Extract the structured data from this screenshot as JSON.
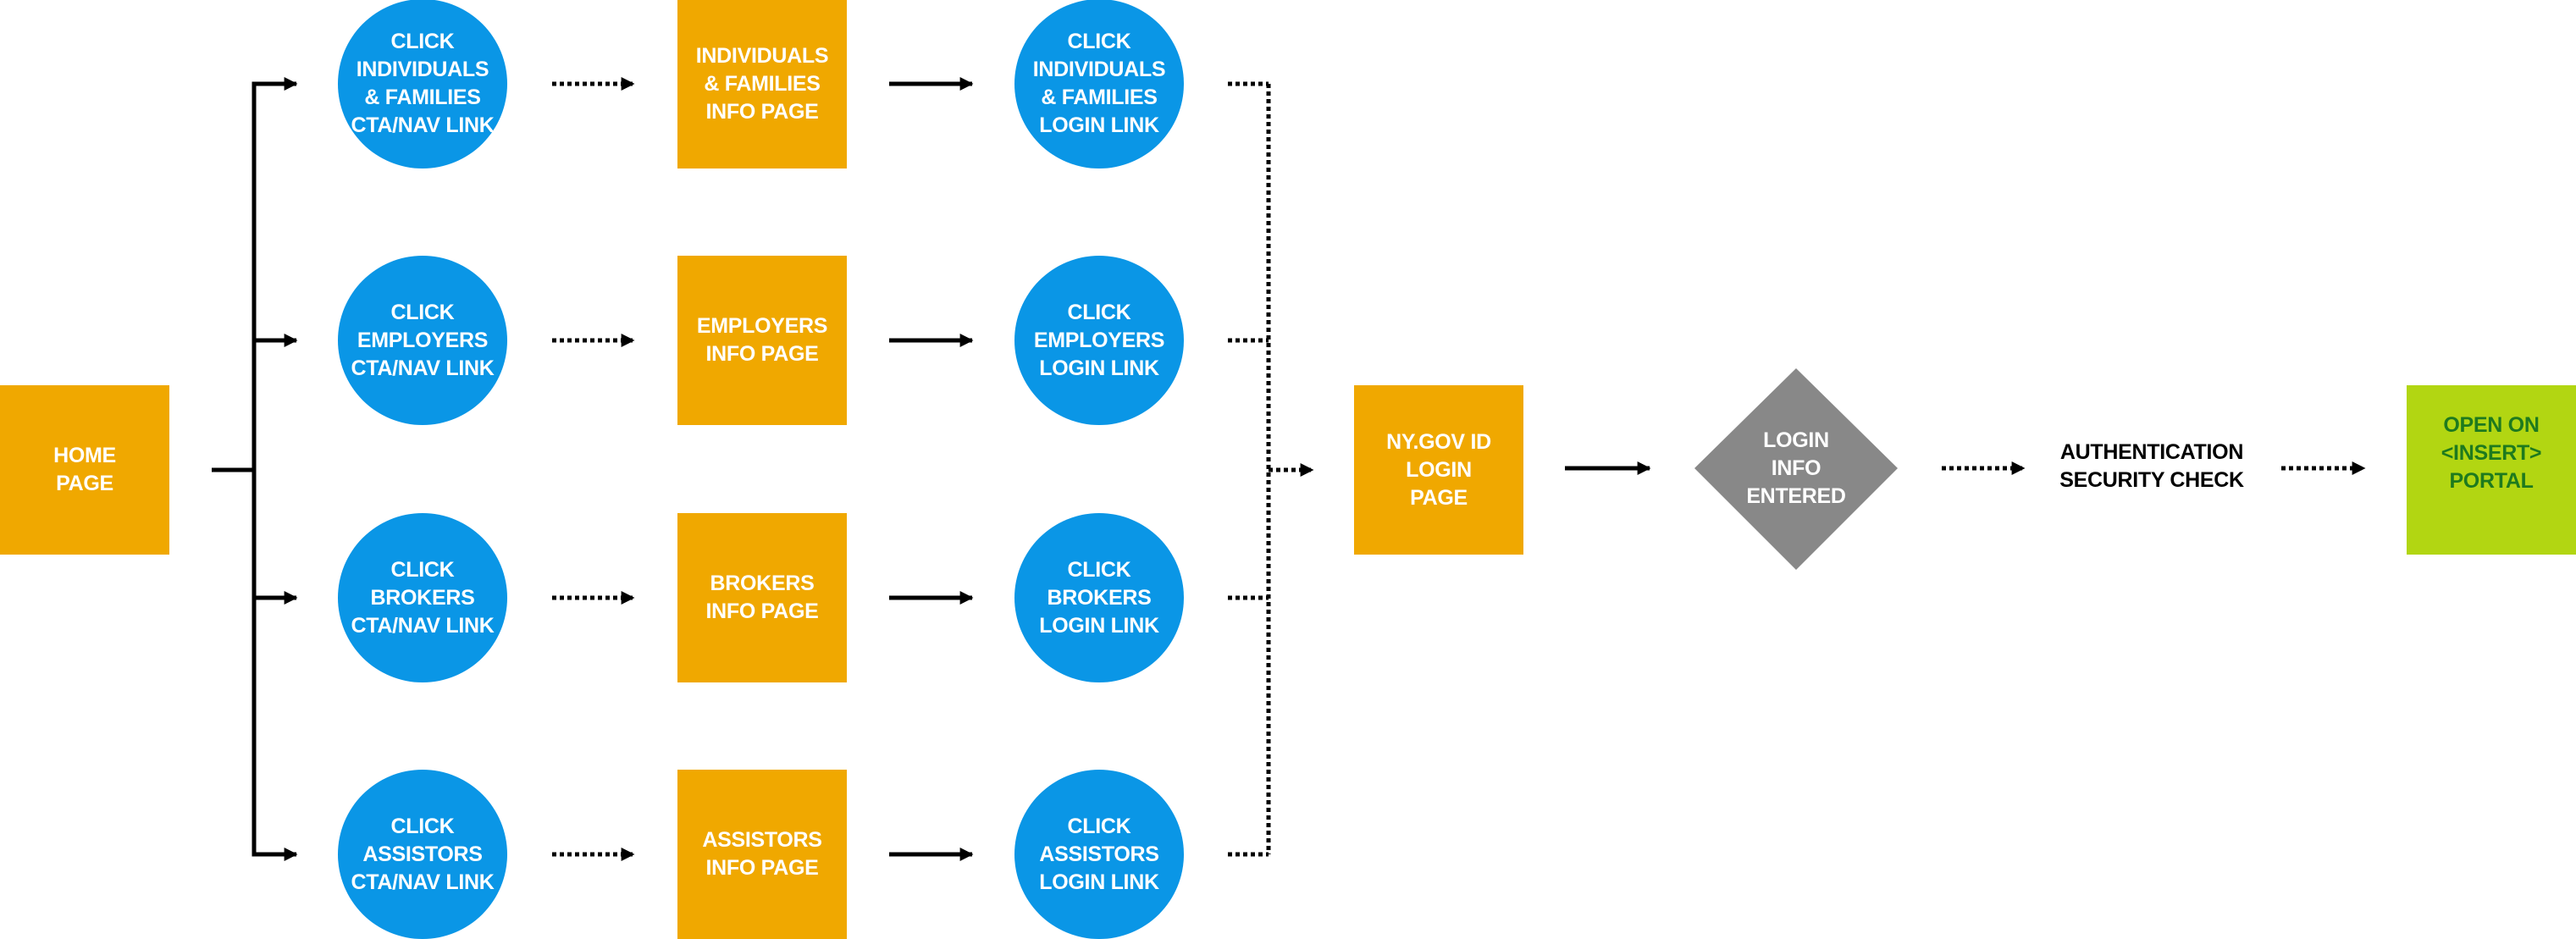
{
  "colors": {
    "page_box": "#F0A800",
    "action_circle": "#0A96E6",
    "decision": "#888888",
    "portal_box": "#B2D612",
    "portal_text": "#1E7A1E",
    "connector": "#000000"
  },
  "home": {
    "lines": [
      "HOME",
      "PAGE"
    ]
  },
  "rows": [
    {
      "cta": [
        "CLICK",
        "INDIVIDUALS",
        "& FAMILIES",
        "CTA/NAV LINK"
      ],
      "info": [
        "INDIVIDUALS",
        "& FAMILIES",
        "INFO PAGE"
      ],
      "login": [
        "CLICK",
        "INDIVIDUALS",
        "& FAMILIES",
        "LOGIN LINK"
      ]
    },
    {
      "cta": [
        "CLICK",
        "EMPLOYERS",
        "CTA/NAV LINK"
      ],
      "info": [
        "EMPLOYERS",
        "INFO PAGE"
      ],
      "login": [
        "CLICK",
        "EMPLOYERS",
        "LOGIN LINK"
      ]
    },
    {
      "cta": [
        "CLICK",
        "BROKERS",
        "CTA/NAV LINK"
      ],
      "info": [
        "BROKERS",
        "INFO PAGE"
      ],
      "login": [
        "CLICK",
        "BROKERS",
        "LOGIN LINK"
      ]
    },
    {
      "cta": [
        "CLICK",
        "ASSISTORS",
        "CTA/NAV LINK"
      ],
      "info": [
        "ASSISTORS",
        "INFO PAGE"
      ],
      "login": [
        "CLICK",
        "ASSISTORS",
        "LOGIN LINK"
      ]
    }
  ],
  "nygov": {
    "lines": [
      "NY.GOV ID",
      "LOGIN",
      "PAGE"
    ]
  },
  "decision": {
    "lines": [
      "LOGIN",
      "INFO",
      "ENTERED"
    ]
  },
  "auth": {
    "lines": [
      "AUTHENTICATION",
      "SECURITY CHECK"
    ]
  },
  "portal": {
    "lines": [
      "OPEN ON",
      "<INSERT>",
      "PORTAL"
    ]
  }
}
